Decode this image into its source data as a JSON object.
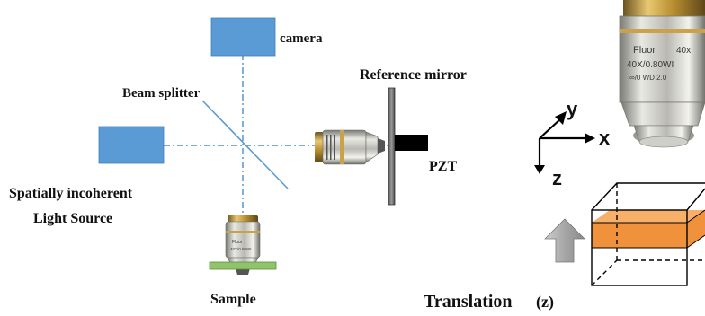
{
  "labels": {
    "camera": "camera",
    "beam_splitter": "Beam splitter",
    "light_source_line1": "Spatially incoherent",
    "light_source_line2": "Light Source",
    "reference_mirror": "Reference mirror",
    "pzt": "PZT",
    "sample": "Sample",
    "translation": "Translation",
    "translation_axis": "(z)"
  },
  "axes": {
    "x": "x",
    "y": "y",
    "z": "z"
  },
  "objective_lens": {
    "brand": "Fluor",
    "magnification": "40x",
    "na_line": "40X/0.80WI",
    "wd_line": "∞/0 WD 2.0"
  },
  "colors": {
    "component_blue": "#5b9bd5",
    "optical_path": "#4a8fc9",
    "sample_slide": "#8fc46a",
    "sample_slab": "#f0923c",
    "arrow_gray": "#a6a6a6"
  }
}
